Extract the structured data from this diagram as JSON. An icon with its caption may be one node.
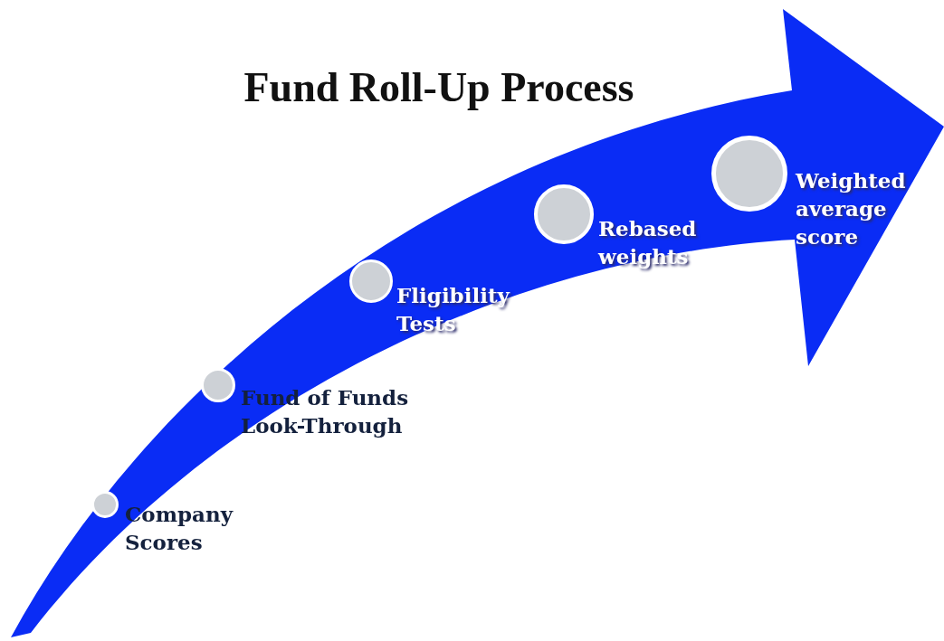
{
  "diagram": {
    "title": "Fund Roll-Up Process",
    "nodes": [
      {
        "text": [
          "Company Scores"
        ]
      },
      {
        "text": [
          "Fund of Funds Look-Through"
        ]
      },
      {
        "text": [
          "Fligibility Tests"
        ]
      },
      {
        "text": [
          "Rebased weights"
        ]
      },
      {
        "text": [
          "Weighted average score"
        ]
      }
    ]
  }
}
